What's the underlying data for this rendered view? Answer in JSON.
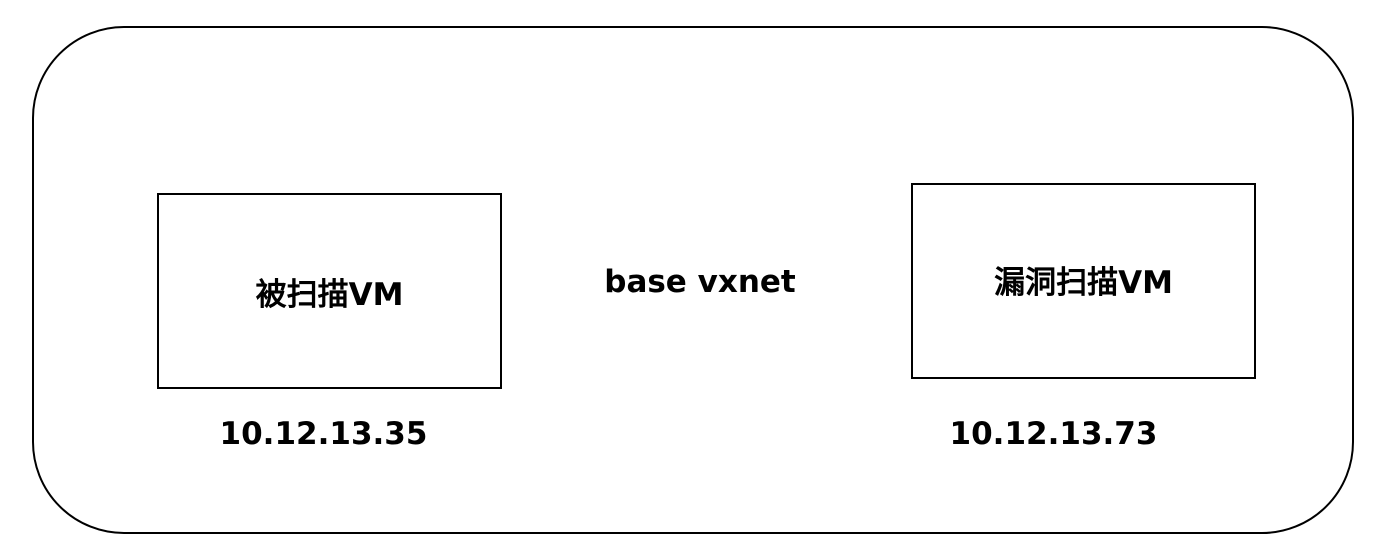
{
  "network": {
    "label": "base vxnet"
  },
  "nodes": [
    {
      "label": "被扫描VM",
      "ip": "10.12.13.35"
    },
    {
      "label": "漏洞扫描VM",
      "ip": "10.12.13.73"
    }
  ]
}
